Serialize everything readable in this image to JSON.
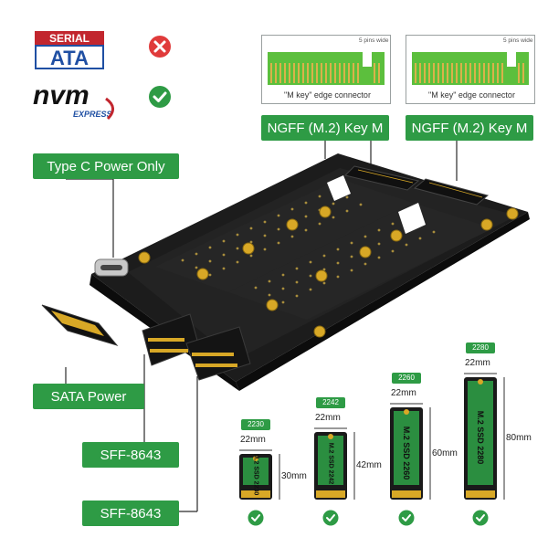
{
  "logos": {
    "sata_top": "SERIAL",
    "sata_bottom": "ATA",
    "nvme_main": "nvm",
    "nvme_sub": "EXPRESS",
    "sata_supported": false,
    "nvme_supported": true
  },
  "connectors": {
    "left": {
      "pins_caption": "5 pins wide",
      "caption": "\"M key\"  edge connector",
      "label": "NGFF  (M.2)  Key  M"
    },
    "right": {
      "pins_caption": "5 pins wide",
      "caption": "\"M key\"  edge connector",
      "label": "NGFF  (M.2)  Key  M"
    }
  },
  "labels": {
    "type_c": "Type C Power Only",
    "sata_power": "SATA Power",
    "sff_1": "SFF-8643",
    "sff_2": "SFF-8643"
  },
  "ssds": [
    {
      "size": "2230",
      "width": "22mm",
      "length": "30mm",
      "label": "M.2 SSD 2230"
    },
    {
      "size": "2242",
      "width": "22mm",
      "length": "42mm",
      "label": "M.2 SSD 2242"
    },
    {
      "size": "2260",
      "width": "22mm",
      "length": "60mm",
      "label": "M.2 SSD 2260"
    },
    {
      "size": "2280",
      "width": "22mm",
      "length": "80mm",
      "label": "M.2 SSD 2280"
    }
  ],
  "colors": {
    "accent_green": "#2e9b45",
    "error_red": "#e03b3b",
    "pcb": "#1e1e1e",
    "gold": "#d8a826",
    "pcb_pad": "#bfa040"
  }
}
